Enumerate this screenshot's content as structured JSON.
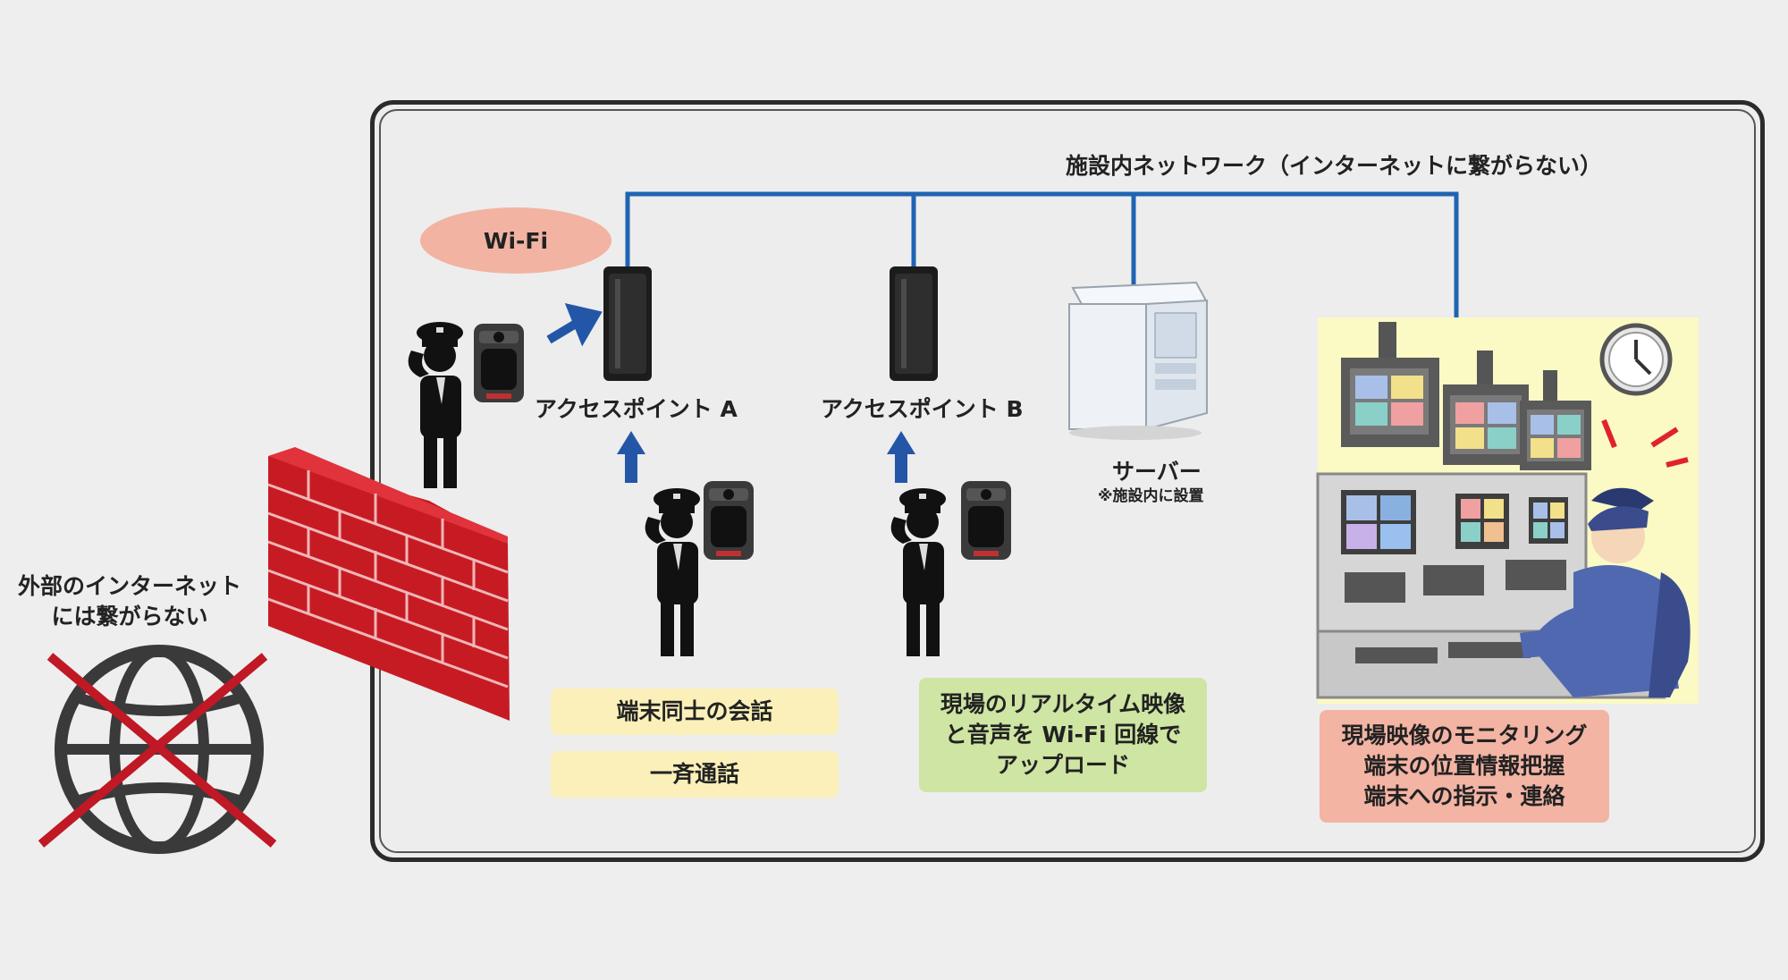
{
  "network_label": "施設内ネットワーク（インターネットに繋がらない）",
  "wifi_label": "Wi-Fi",
  "access_point_a": "アクセスポイント A",
  "access_point_b": "アクセスポイント B",
  "server": {
    "title": "サーバー",
    "note": "※施設内に設置"
  },
  "external": {
    "line1": "外部のインターネット",
    "line2": "には繋がらない"
  },
  "feature_boxes": {
    "talk": "端末同士の会話",
    "broadcast": "一斉通話",
    "upload": [
      "現場のリアルタイム映像",
      "と音声を Wi-Fi 回線で",
      "アップロード"
    ],
    "monitoring": [
      "現場映像のモニタリング",
      "端末の位置情報把握",
      "端末への指示・連絡"
    ]
  },
  "colors": {
    "network_line": "#1f64b3",
    "arrow": "#2456a8",
    "wall": "#d4202a",
    "cross": "#c01825"
  }
}
